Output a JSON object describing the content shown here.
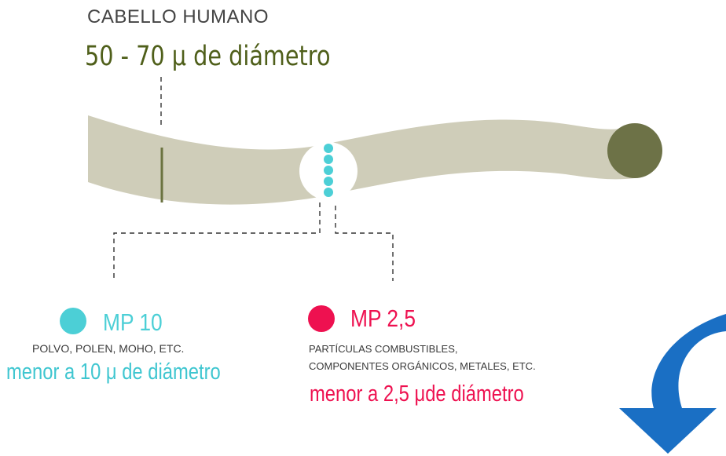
{
  "hair": {
    "label": "CABELLO HUMANO",
    "size": "50 - 70 μ de diámetro"
  },
  "mp10": {
    "title": "MP 10",
    "description": "POLVO, POLEN, MOHO, ETC.",
    "size": "menor a 10 μ de diámetro",
    "color": "#4ccfd6"
  },
  "mp25": {
    "title": "MP 2,5",
    "description_line1": "PARTÍCULAS COMBUSTIBLES,",
    "description_line2": "COMPONENTES ORGÁNICOS, METALES, ETC.",
    "size": "menor a 2,5 μde diámetro",
    "color": "#ee1150"
  },
  "colors": {
    "hair_body": "#cfcdb9",
    "hair_end": "#6d7247",
    "hair_label": "#4f5f1a",
    "arrow": "#1a6fc4"
  },
  "icons": [
    "curved-down-arrow-icon"
  ]
}
